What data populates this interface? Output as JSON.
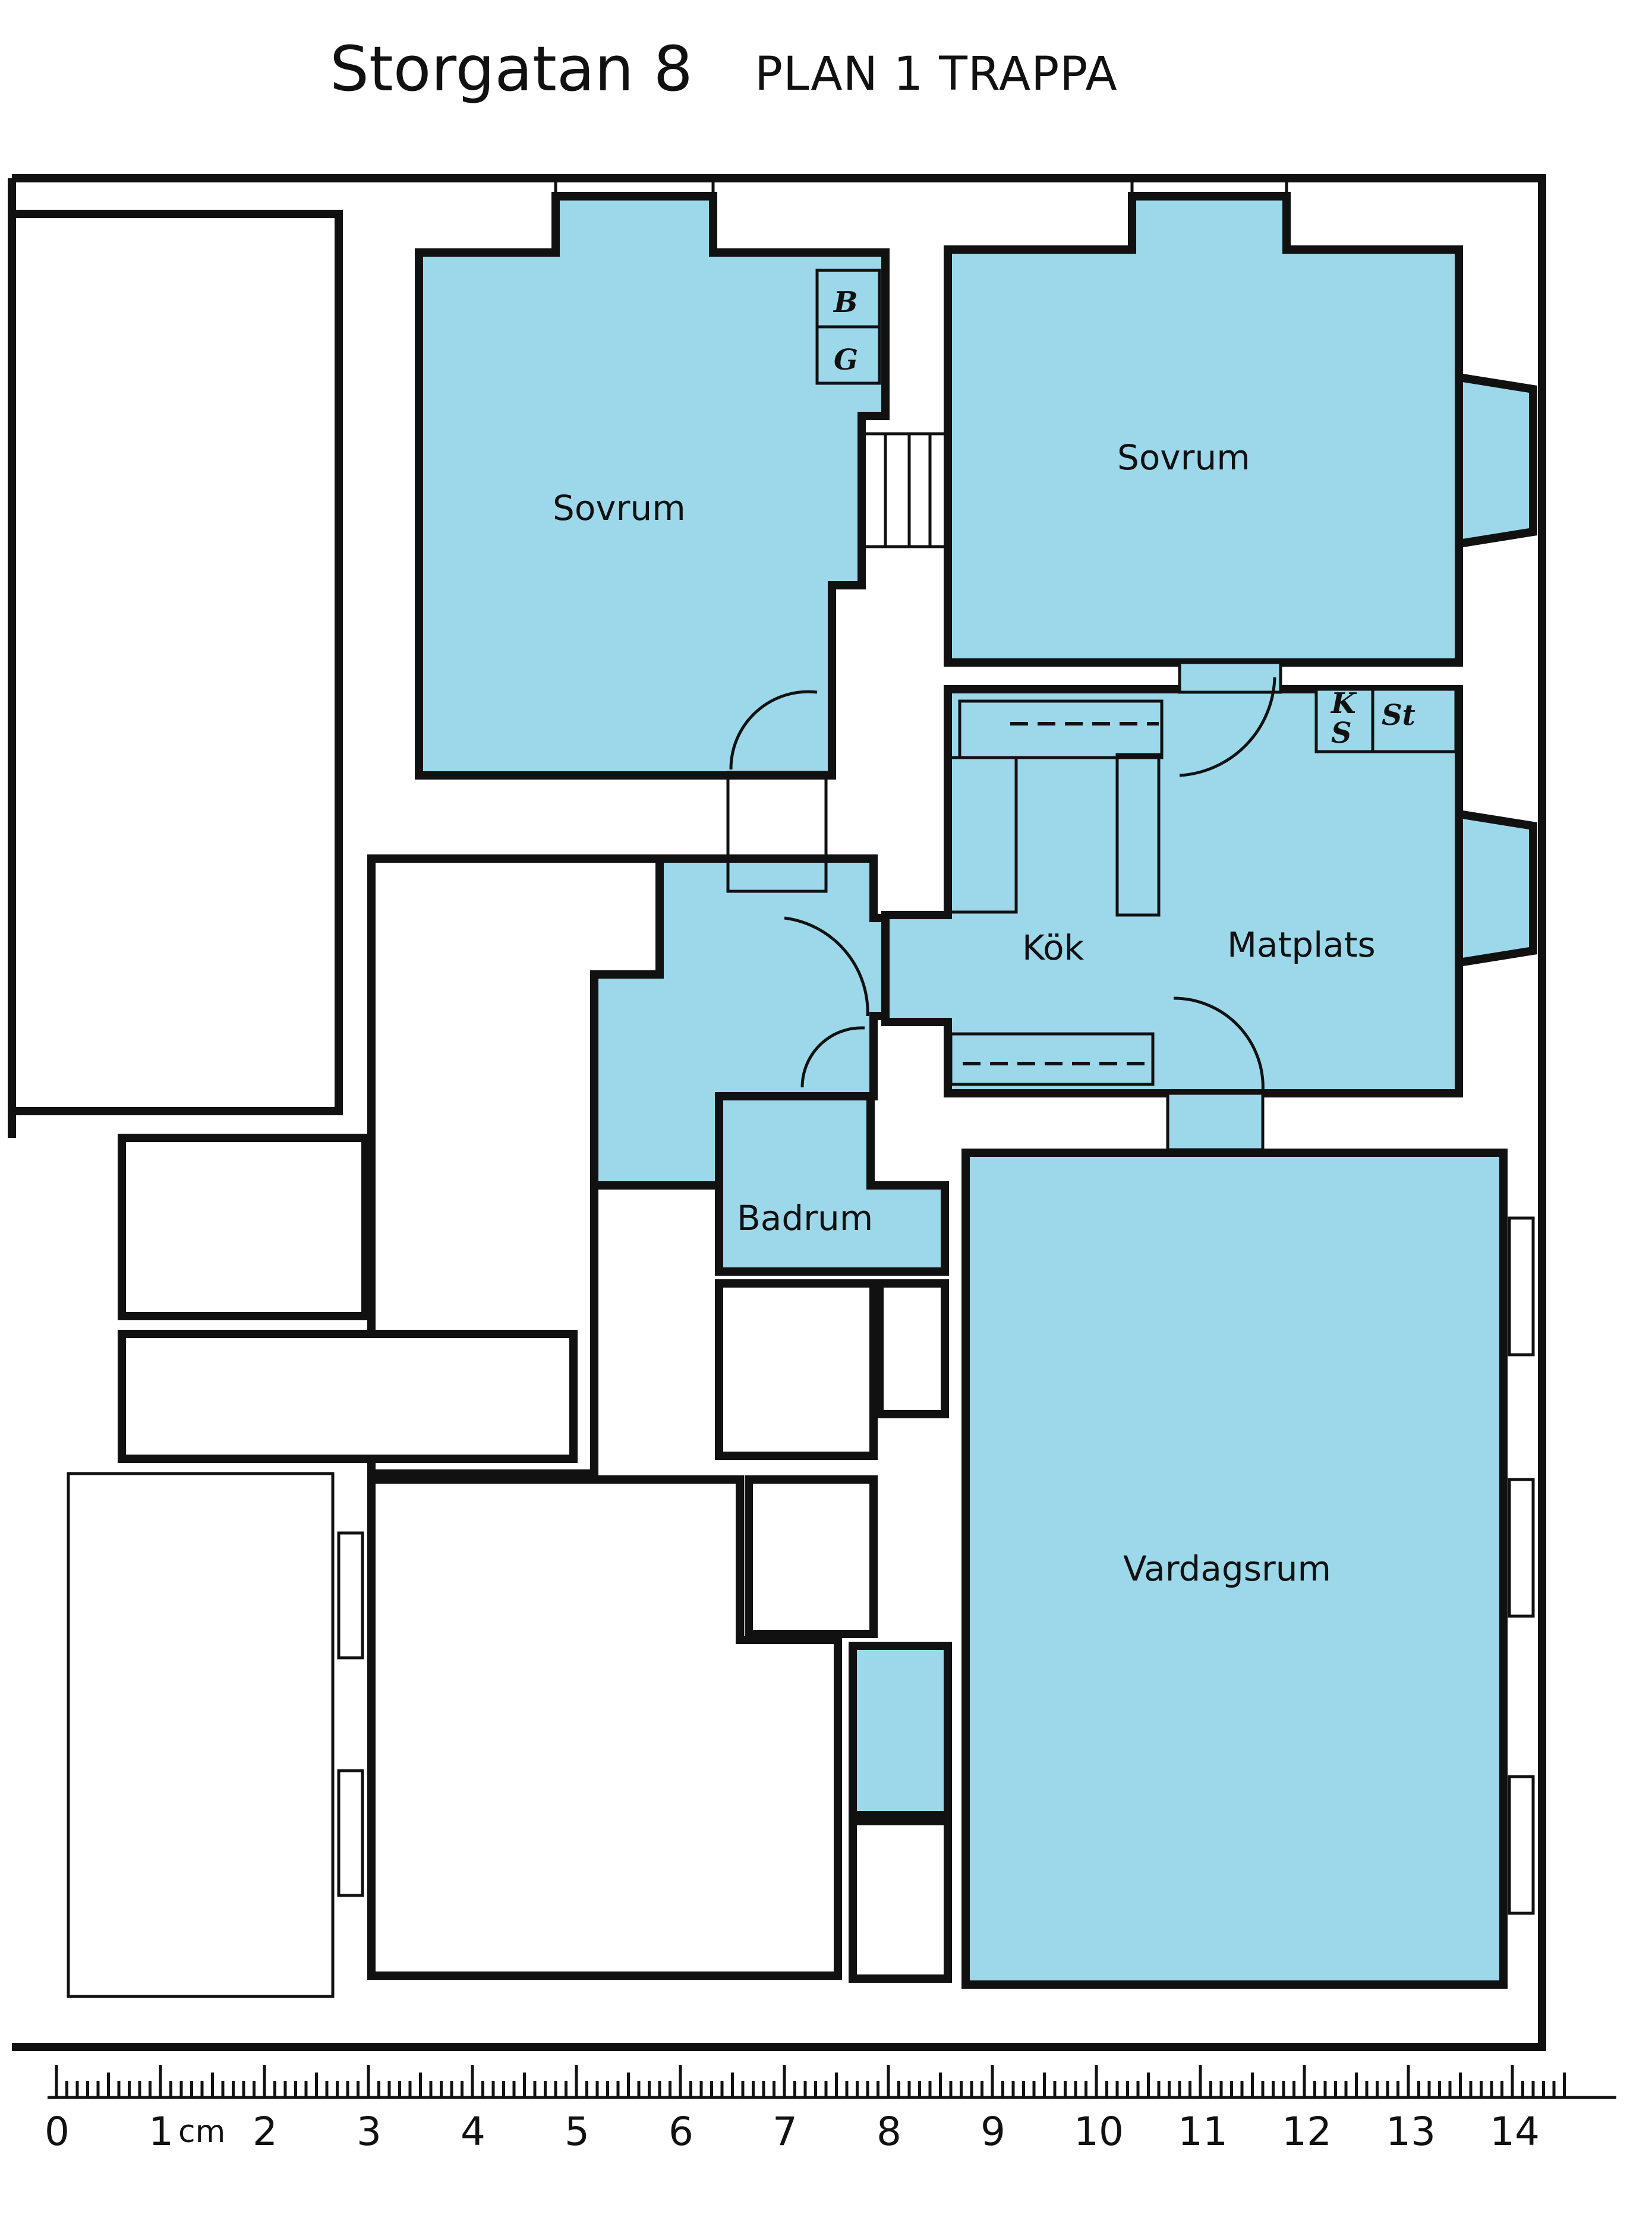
{
  "title": "Storgatan 8",
  "subtitle": "PLAN 1 TRAPPA",
  "rooms": {
    "sovrum_left": "Sovrum",
    "sovrum_right": "Sovrum",
    "kok": "Kök",
    "matplats": "Matplats",
    "badrum": "Badrum",
    "vardagsrum": "Vardagsrum"
  },
  "closets": {
    "b": "B",
    "g": "G",
    "k": "K",
    "s": "S",
    "st": "St"
  },
  "scale": {
    "labels": [
      "0",
      "1",
      "2",
      "3",
      "4",
      "5",
      "6",
      "7",
      "8",
      "9",
      "10",
      "11",
      "12",
      "13",
      "14"
    ],
    "unit": "cm"
  },
  "colors": {
    "room_fill": "#9dd8ea",
    "wall": "#111111"
  }
}
